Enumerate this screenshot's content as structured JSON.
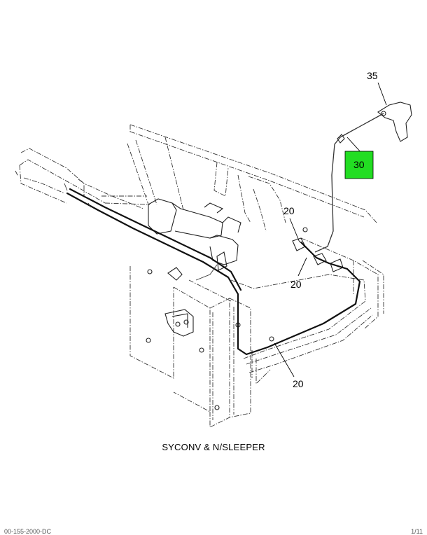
{
  "callouts": {
    "c35": "35",
    "c30": "30",
    "c20a": "20",
    "c20b": "20",
    "c20c": "20"
  },
  "highlight_color": "#22dd22",
  "caption": "SYCONV & N/SLEEPER",
  "footer": {
    "left": "00-155-2000-DC",
    "right": "1/11"
  }
}
